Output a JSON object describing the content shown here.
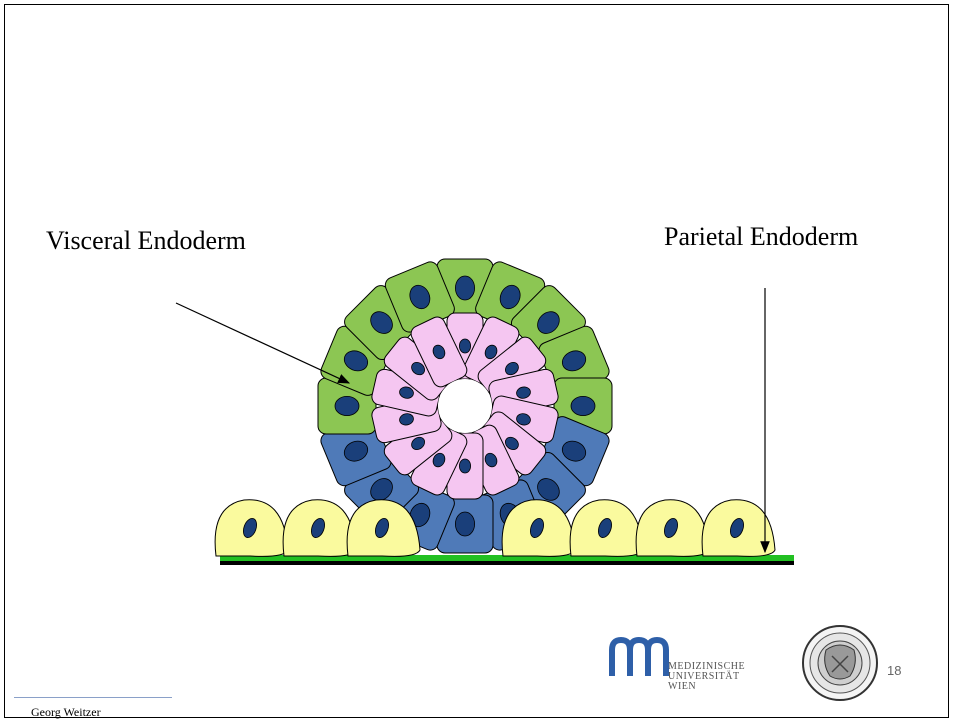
{
  "labels": {
    "visceral": "Visceral Endoderm",
    "parietal": "Parietal Endoderm"
  },
  "footer": {
    "author": "Georg Weitzer",
    "page_number": "18"
  },
  "logo": {
    "line1": "MEDIZINISCHE",
    "line2": "UNIVERSITÄT",
    "line3": "WIEN"
  },
  "colors": {
    "green_cell": "#8cc653",
    "blue_cell": "#4f7ab8",
    "pink_cell": "#f5c6f1",
    "yellow_cell": "#fafa9e",
    "nucleus": "#1a3f7a",
    "membrane_green": "#1fc01f",
    "logo_blue": "#2e5fa8"
  }
}
